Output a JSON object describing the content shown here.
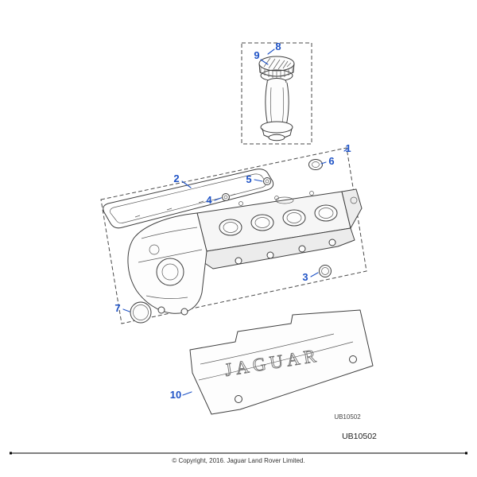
{
  "callouts": [
    {
      "label": "1"
    },
    {
      "label": "2"
    },
    {
      "label": "3"
    },
    {
      "label": "4"
    },
    {
      "label": "5"
    },
    {
      "label": "6"
    },
    {
      "label": "7"
    },
    {
      "label": "8"
    },
    {
      "label": "9"
    },
    {
      "label": "10"
    }
  ],
  "cover_emboss": {
    "text": "JAGUAR"
  },
  "codes": {
    "small": "UB10502",
    "large": "UB10502"
  },
  "footer": {
    "copyright": "© Copyright, 2016. Jaguar Land Rover Limited."
  },
  "colors": {
    "callout_blue": "#1f53c6",
    "line_art": "#3f3f3f"
  }
}
